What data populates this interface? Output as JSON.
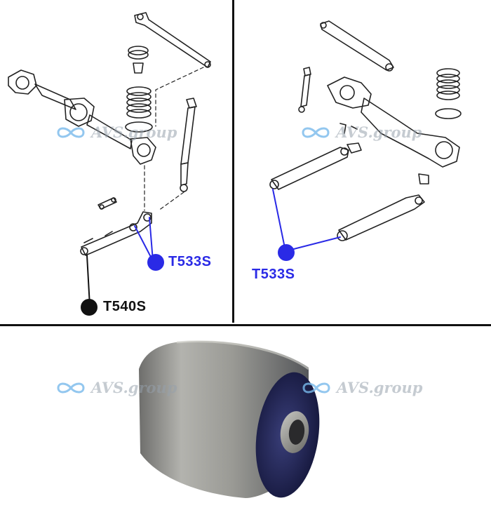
{
  "labels": {
    "left_blue": "T533S",
    "left_black": "T540S",
    "right_blue": "T533S"
  },
  "watermark": {
    "text": "AVS.group",
    "icon": "infinity-icon"
  },
  "colors": {
    "blue": "#2a2ae6",
    "black": "#111111",
    "line_art": "#222222"
  }
}
